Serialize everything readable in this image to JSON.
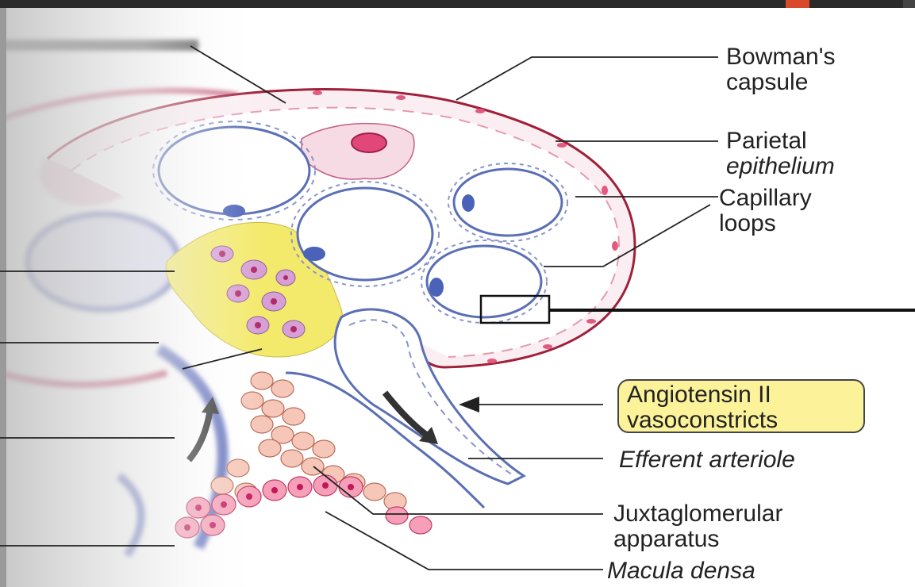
{
  "labels": {
    "bowmans_capsule": [
      "Bowman's",
      "capsule"
    ],
    "parietal_epithelium": [
      "Parietal",
      "epithelium"
    ],
    "capillary_loops": [
      "Capillary",
      "loops"
    ],
    "angiotensin": [
      "Angiotensin II",
      "vasoconstricts"
    ],
    "efferent_arteriole": "Efferent arteriole",
    "juxtaglomerular_apparatus": [
      "Juxtaglomerular",
      "apparatus"
    ],
    "macula_densa": "Macula densa"
  },
  "colors": {
    "capsule_outline": "#a0203a",
    "capillary_membrane": "#5a6fb5",
    "mesangial_fill": "#f3ea6c",
    "cell_nucleus": "#d2346a",
    "highlight_box": "#fbf29a"
  }
}
